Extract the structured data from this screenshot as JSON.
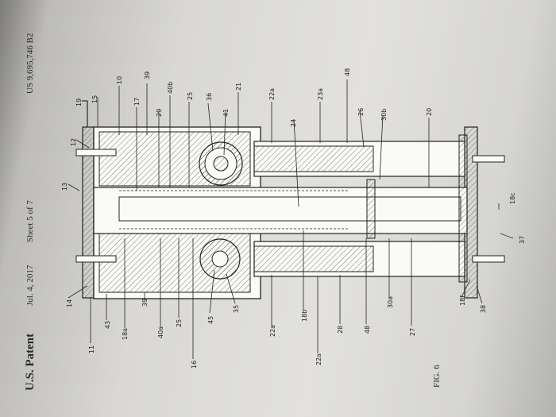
{
  "header": {
    "patent_label": "U.S. Patent",
    "date": "Jul. 4, 2017",
    "sheet": "Sheet 5 of 7",
    "number": "US 9,695,746 B2"
  },
  "figure": {
    "caption": "FIG. 6"
  },
  "reference_numerals": {
    "top": [
      "14",
      "43",
      "18a",
      "39",
      "40a",
      "25",
      "45",
      "35",
      "16",
      "22a",
      "18b",
      "22a",
      "28",
      "48",
      "30a",
      "27",
      "18f",
      "38",
      "11"
    ],
    "bottom": [
      "13",
      "12",
      "19",
      "15",
      "10",
      "17",
      "39",
      "29",
      "40b",
      "25",
      "36",
      "41",
      "21",
      "22a",
      "24",
      "23a",
      "26",
      "48",
      "30b",
      "20",
      "18c",
      "37"
    ]
  }
}
